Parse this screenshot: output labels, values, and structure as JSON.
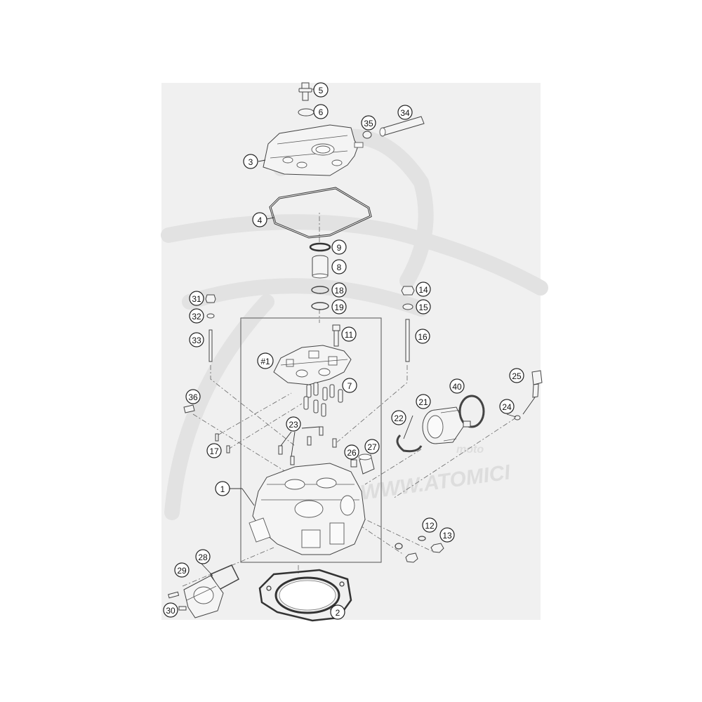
{
  "diagram": {
    "callouts": [
      "1",
      "2",
      "3",
      "4",
      "5",
      "6",
      "7",
      "8",
      "9",
      "11",
      "12",
      "13",
      "14",
      "15",
      "16",
      "17",
      "18",
      "19",
      "21",
      "22",
      "23",
      "24",
      "25",
      "26",
      "27",
      "28",
      "29",
      "30",
      "31",
      "32",
      "33",
      "34",
      "35",
      "36",
      "40",
      "#1"
    ]
  },
  "watermark": {
    "url_text": "WWW.ATOMICI",
    "sub_text": "moto"
  },
  "colors": {
    "background": "#ffffff",
    "panel": "#f0f0f0",
    "watermark": "#dddddd",
    "line": "#444444"
  }
}
